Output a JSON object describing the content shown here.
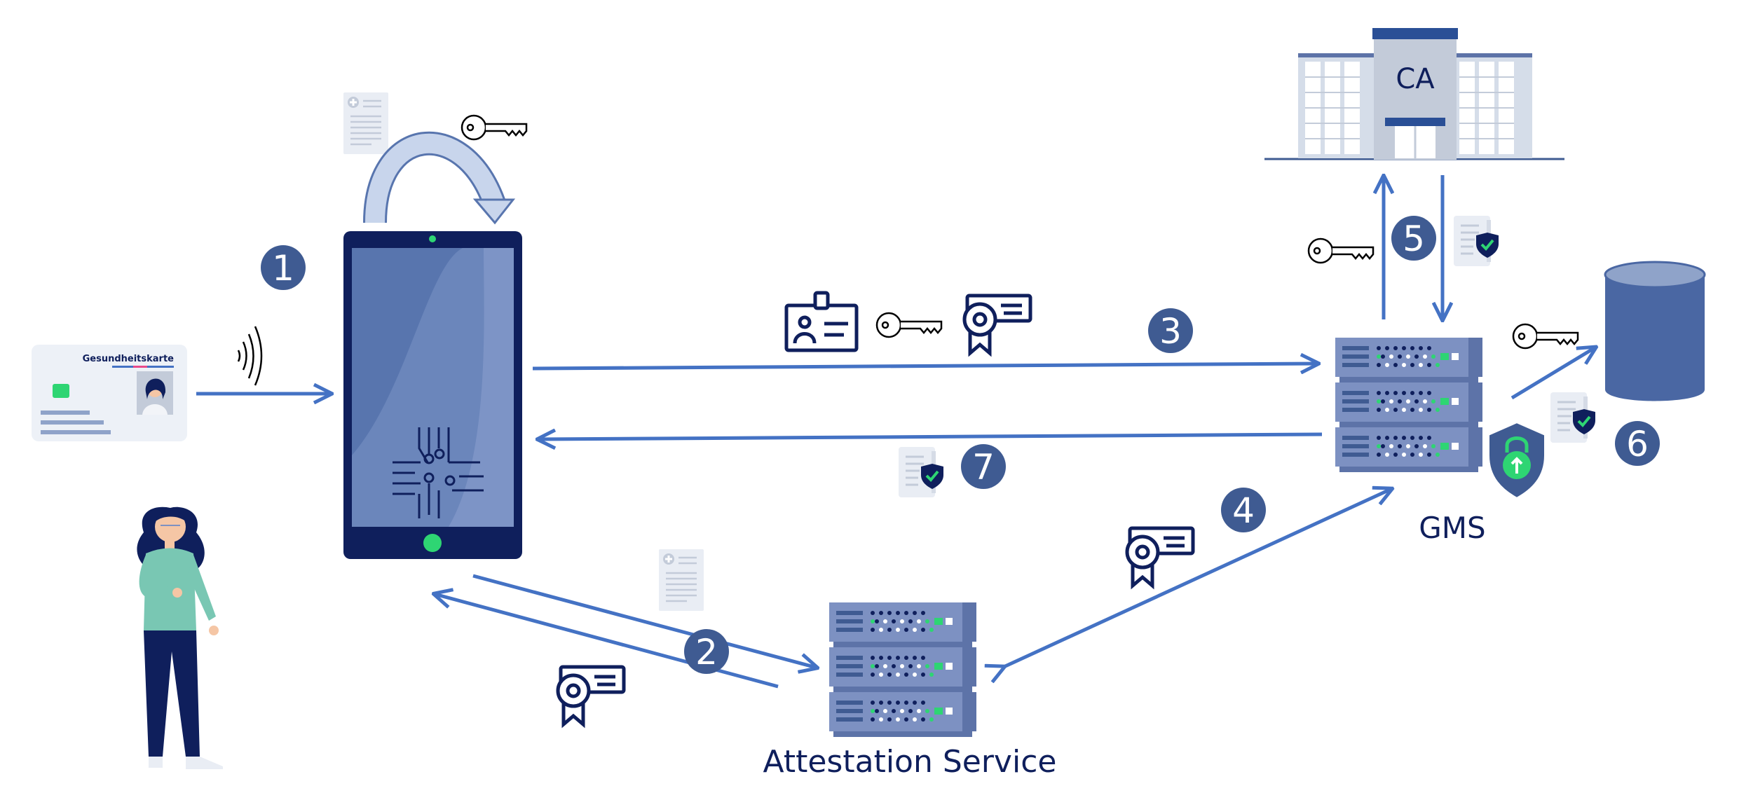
{
  "labels": {
    "ca": "CA",
    "gms": "GMS",
    "attestation": "Attestation Service",
    "health_card": "Gesundheitskarte"
  },
  "steps": [
    "1",
    "2",
    "3",
    "4",
    "5",
    "6",
    "7"
  ],
  "icons": {
    "key": "key-icon",
    "certificate": "certificate-icon",
    "id_card": "id-badge-icon",
    "document": "document-icon",
    "signed_document": "signed-document-icon",
    "nfc": "nfc-icon",
    "lock": "lock-shield-icon",
    "database": "database-icon"
  },
  "colors": {
    "step_badge": "#3f5b92",
    "arrow": "#4472c4",
    "navy": "#0f1f5c",
    "tablet_screen": "#6b86bb",
    "server_body": "#7d91c2",
    "database": "#4a67a3",
    "lock_shield": "#3f5b92",
    "lock_green": "#2ed573"
  }
}
